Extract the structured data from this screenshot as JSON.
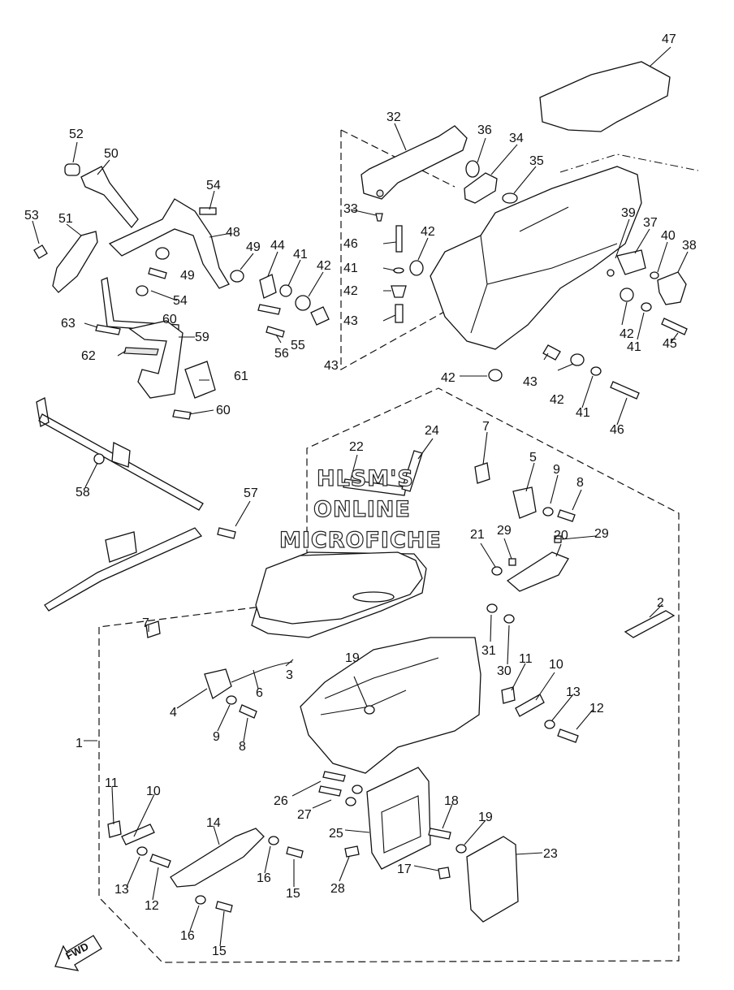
{
  "watermark": {
    "line1": "HLSM'S",
    "line2": "ONLINE",
    "line3": "MICROFICHE"
  },
  "fwd_label": "FWD",
  "parts": [
    {
      "id": "47",
      "label": "47"
    },
    {
      "id": "32",
      "label": "32"
    },
    {
      "id": "36",
      "label": "36"
    },
    {
      "id": "34",
      "label": "34"
    },
    {
      "id": "35",
      "label": "35"
    },
    {
      "id": "52",
      "label": "52"
    },
    {
      "id": "50",
      "label": "50"
    },
    {
      "id": "54a",
      "label": "54"
    },
    {
      "id": "53",
      "label": "53"
    },
    {
      "id": "51",
      "label": "51"
    },
    {
      "id": "48",
      "label": "48"
    },
    {
      "id": "49a",
      "label": "49"
    },
    {
      "id": "49b",
      "label": "49"
    },
    {
      "id": "44",
      "label": "44"
    },
    {
      "id": "41a",
      "label": "41"
    },
    {
      "id": "42a",
      "label": "42"
    },
    {
      "id": "33",
      "label": "33"
    },
    {
      "id": "46a",
      "label": "46"
    },
    {
      "id": "42b",
      "label": "42"
    },
    {
      "id": "41b",
      "label": "41"
    },
    {
      "id": "42c",
      "label": "42"
    },
    {
      "id": "43a",
      "label": "43"
    },
    {
      "id": "39",
      "label": "39"
    },
    {
      "id": "37",
      "label": "37"
    },
    {
      "id": "40",
      "label": "40"
    },
    {
      "id": "38",
      "label": "38"
    },
    {
      "id": "54b",
      "label": "54"
    },
    {
      "id": "60a",
      "label": "60"
    },
    {
      "id": "55",
      "label": "55"
    },
    {
      "id": "43b",
      "label": "43"
    },
    {
      "id": "63",
      "label": "63"
    },
    {
      "id": "59",
      "label": "59"
    },
    {
      "id": "62",
      "label": "62"
    },
    {
      "id": "56",
      "label": "56"
    },
    {
      "id": "61",
      "label": "61"
    },
    {
      "id": "42d",
      "label": "42"
    },
    {
      "id": "41c",
      "label": "41"
    },
    {
      "id": "45",
      "label": "45"
    },
    {
      "id": "42e",
      "label": "42"
    },
    {
      "id": "43c",
      "label": "43"
    },
    {
      "id": "42f",
      "label": "42"
    },
    {
      "id": "41d",
      "label": "41"
    },
    {
      "id": "46b",
      "label": "46"
    },
    {
      "id": "60b",
      "label": "60"
    },
    {
      "id": "22",
      "label": "22"
    },
    {
      "id": "24",
      "label": "24"
    },
    {
      "id": "7a",
      "label": "7"
    },
    {
      "id": "5",
      "label": "5"
    },
    {
      "id": "9a",
      "label": "9"
    },
    {
      "id": "8a",
      "label": "8"
    },
    {
      "id": "58",
      "label": "58"
    },
    {
      "id": "57",
      "label": "57"
    },
    {
      "id": "21",
      "label": "21"
    },
    {
      "id": "29a",
      "label": "29"
    },
    {
      "id": "20",
      "label": "20"
    },
    {
      "id": "29b",
      "label": "29"
    },
    {
      "id": "2",
      "label": "2"
    },
    {
      "id": "31",
      "label": "31"
    },
    {
      "id": "30",
      "label": "30"
    },
    {
      "id": "7b",
      "label": "7"
    },
    {
      "id": "3",
      "label": "3"
    },
    {
      "id": "6",
      "label": "6"
    },
    {
      "id": "19a",
      "label": "19"
    },
    {
      "id": "11a",
      "label": "11"
    },
    {
      "id": "10a",
      "label": "10"
    },
    {
      "id": "13a",
      "label": "13"
    },
    {
      "id": "12a",
      "label": "12"
    },
    {
      "id": "4",
      "label": "4"
    },
    {
      "id": "9b",
      "label": "9"
    },
    {
      "id": "8b",
      "label": "8"
    },
    {
      "id": "1",
      "label": "1"
    },
    {
      "id": "26",
      "label": "26"
    },
    {
      "id": "27",
      "label": "27"
    },
    {
      "id": "11b",
      "label": "11"
    },
    {
      "id": "10b",
      "label": "10"
    },
    {
      "id": "14",
      "label": "14"
    },
    {
      "id": "18",
      "label": "18"
    },
    {
      "id": "19b",
      "label": "19"
    },
    {
      "id": "25",
      "label": "25"
    },
    {
      "id": "23",
      "label": "23"
    },
    {
      "id": "17",
      "label": "17"
    },
    {
      "id": "28",
      "label": "28"
    },
    {
      "id": "13b",
      "label": "13"
    },
    {
      "id": "12b",
      "label": "12"
    },
    {
      "id": "16a",
      "label": "16"
    },
    {
      "id": "15a",
      "label": "15"
    },
    {
      "id": "16b",
      "label": "16"
    },
    {
      "id": "15b",
      "label": "15"
    }
  ]
}
